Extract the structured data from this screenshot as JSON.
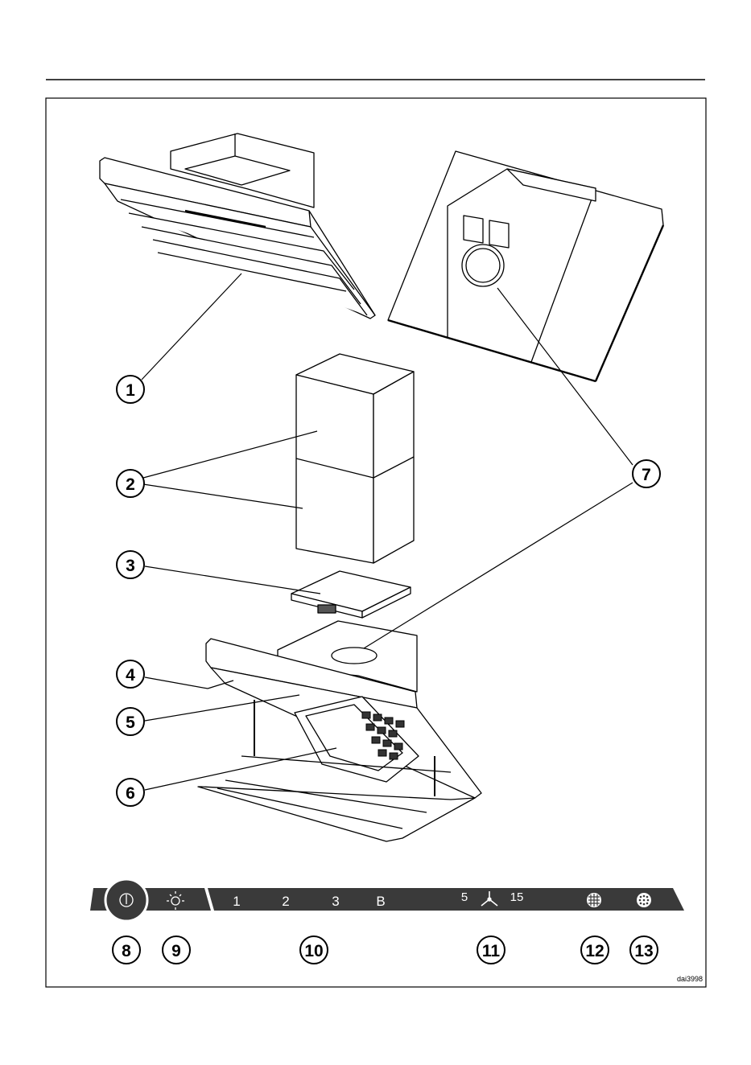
{
  "callouts": {
    "c1": "1",
    "c2": "2",
    "c3": "3",
    "c4": "4",
    "c5": "5",
    "c6": "6",
    "c7": "7",
    "c8": "8",
    "c9": "9",
    "c10": "10",
    "c11": "11",
    "c12": "12",
    "c13": "13"
  },
  "control_panel": {
    "power_icon": "power-icon",
    "light_icon": "light-icon",
    "speed_1": "1",
    "speed_2": "2",
    "speed_3": "3",
    "speed_b": "B",
    "fan_icon": "fan-icon",
    "timer_5": "5",
    "timer_15": "15",
    "grease_filter_icon": "grease-filter-icon",
    "odour_filter_icon": "odour-filter-icon"
  },
  "drawing_code": "dai3998",
  "colors": {
    "ink": "#000000",
    "panel": "#3a3a3a",
    "paper": "#ffffff"
  }
}
